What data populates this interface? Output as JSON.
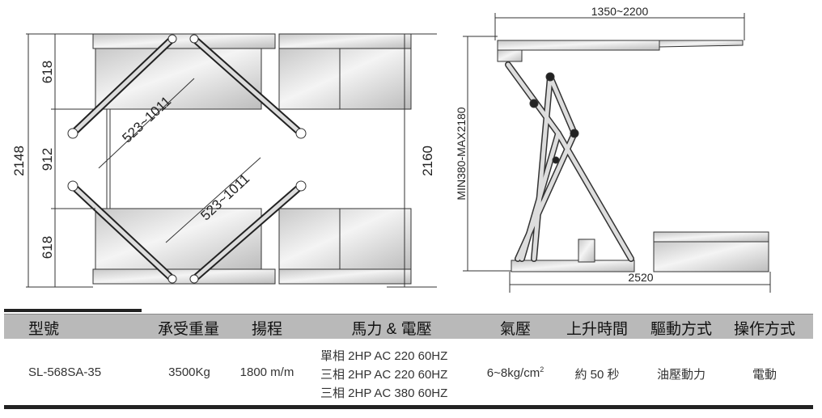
{
  "drawing": {
    "plan_view": {
      "overall_length": "2148",
      "platform_width_top": "618",
      "gap": "912",
      "platform_width_bottom": "618",
      "arm_reach_top": "523~1011",
      "arm_reach_bottom": "523~1011",
      "total_length_right": "2160"
    },
    "side_view": {
      "extended_length": "1350~2200",
      "height_range": "MIN380-MAX2180",
      "base_length": "2520"
    }
  },
  "table": {
    "headers": [
      "型號",
      "承受重量",
      "揚程",
      "馬力 & 電壓",
      "氣壓",
      "上升時間",
      "驅動方式",
      "操作方式"
    ],
    "row": {
      "model": "SL-568SA-35",
      "capacity": "3500Kg",
      "lift_height": "1800 m/m",
      "power": [
        "單相 2HP AC 220 60HZ",
        "三相 2HP AC 220 60HZ",
        "三相 2HP AC 380 60HZ"
      ],
      "air_pressure": "6~8kg/cm",
      "air_pressure_sup": "2",
      "lift_time": "約 50 秒",
      "drive": "油壓動力",
      "operation": "電動"
    }
  }
}
